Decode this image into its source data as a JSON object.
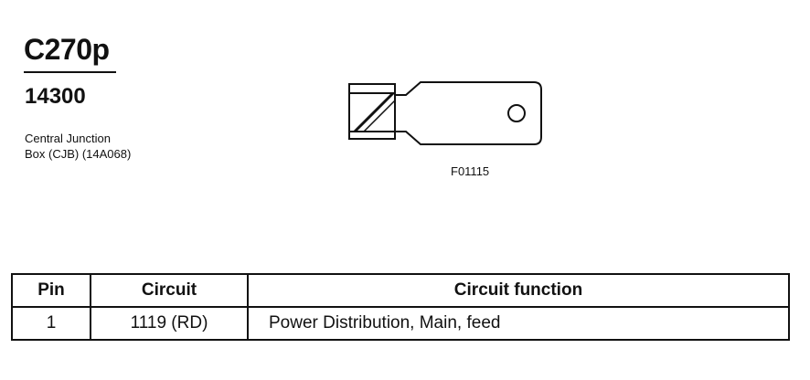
{
  "connector": {
    "id": "C270p",
    "part_number": "14300",
    "description_line1": "Central Junction",
    "description_line2": "Box (CJB) (14A068)"
  },
  "figure": {
    "code": "F01115"
  },
  "table": {
    "headers": {
      "pin": "Pin",
      "circuit": "Circuit",
      "function": "Circuit function"
    },
    "rows": [
      {
        "pin": "1",
        "circuit": "1119 (RD)",
        "function": "Power Distribution, Main, feed"
      }
    ]
  }
}
